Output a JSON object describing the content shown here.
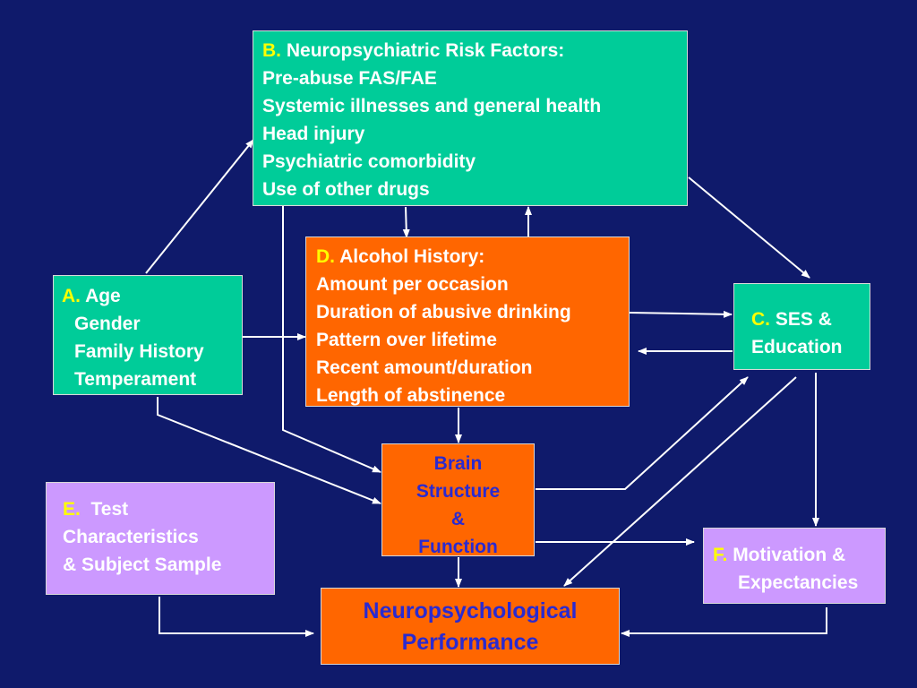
{
  "colors": {
    "background": "#0f1a6b",
    "teal_box": "#00cc99",
    "orange_box": "#ff6600",
    "lavender_box": "#cc99ff",
    "letter_highlight": "#ffff00",
    "blue_text": "#2a2ad0",
    "arrow": "#ffffff"
  },
  "box_b": {
    "letter": "B.",
    "title": "Neuropsychiatric Risk Factors:",
    "items": [
      "Pre-abuse FAS/FAE",
      "Systemic illnesses and general health",
      "Head injury",
      "Psychiatric comorbidity",
      "Use of other drugs"
    ]
  },
  "box_d": {
    "letter": "D.",
    "title": "Alcohol History:",
    "items": [
      "Amount per occasion",
      "Duration of abusive drinking",
      "Pattern over lifetime",
      "Recent amount/duration",
      "Length of abstinence"
    ]
  },
  "box_a": {
    "letter": "A.",
    "title": "Age",
    "items": [
      "Gender",
      "Family History",
      "Temperament"
    ]
  },
  "box_c": {
    "letter": "C.",
    "title": "SES &",
    "line2": "Education"
  },
  "box_brain": {
    "lines": [
      "Brain",
      "Structure",
      "&",
      "Function"
    ]
  },
  "box_e": {
    "letter": "E.",
    "title": "Test",
    "line2": "Characteristics",
    "line3": "& Subject Sample"
  },
  "box_f": {
    "letter": "F.",
    "title": "Motivation &",
    "line2": "Expectancies"
  },
  "box_np": {
    "line1": "Neuropsychological",
    "line2": "Performance"
  }
}
